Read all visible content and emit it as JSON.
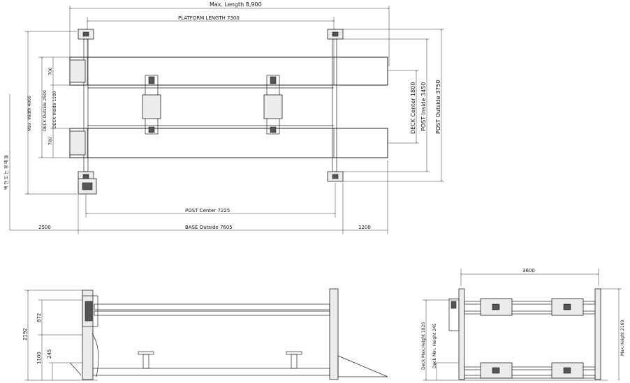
{
  "top_view": {
    "max_length": "Max. Length 8,900",
    "platform_length": "PLATFORM LENGTH 7300",
    "post_center": "POST Center 7225",
    "base_left": "2500",
    "base_outside": "BASE Outside 7605",
    "base_right": "1200",
    "deck_width_top": "700",
    "deck_width_bottom": "700",
    "deck_outside": "DECK Outside 2500",
    "deck_inside": "DECK Inside 1100",
    "max_width": "Max. Width 4066",
    "deck_center": "DECK Center 1800",
    "post_inside": "POST Inside 3450",
    "post_outside": "POST Outside 3750",
    "side_note": "백 안 도 는 경 애 물"
  },
  "side_view": {
    "total_height": "2192",
    "upper_height": "872",
    "lower_height": "1100",
    "min_height": "245"
  },
  "front_view": {
    "width": "3600",
    "deck_max_height": "Deck Max.Height 1820",
    "deck_min_height": "Deck Min. Height 245",
    "max_height": "Max.Height 2160"
  }
}
